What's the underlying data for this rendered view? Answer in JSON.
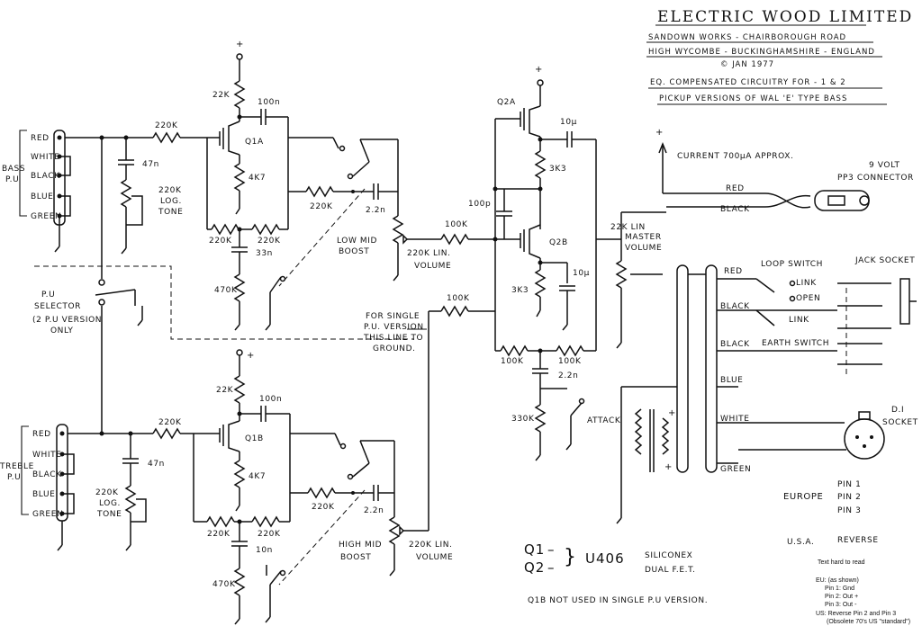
{
  "header": {
    "company": "ELECTRIC WOOD LIMITED",
    "address1": "SANDOWN WORKS - CHAIRBOROUGH ROAD",
    "address2": "HIGH WYCOMBE - BUCKINGHAMSHIRE - ENGLAND",
    "date": "© JAN 1977",
    "desc1": "EQ. COMPENSATED CIRCUITRY FOR - 1 & 2",
    "desc2": "PICKUP VERSIONS OF WAL 'E' TYPE BASS"
  },
  "pickups": {
    "bass_label1": "BASS",
    "bass_label2": "P.U",
    "treble_label1": "TREBLE",
    "treble_label2": "P.U",
    "wires": [
      "RED",
      "WHITE",
      "BLACK",
      "BLUE",
      "GREEN"
    ]
  },
  "components": {
    "r220k": "220K",
    "r22k": "22K",
    "r4k7": "4K7",
    "r470k": "470K",
    "r100k": "100K",
    "r3k3": "3K3",
    "r330k": "330K",
    "c100n": "100n",
    "c47n": "47n",
    "c33n": "33n",
    "c10n": "10n",
    "c2n2": "2.2n",
    "c100p": "100p",
    "c10u": "10µ",
    "q1a": "Q1A",
    "q1b": "Q1B",
    "q2a": "Q2A",
    "q2b": "Q2B",
    "plus": "+"
  },
  "controls": {
    "log_tone1": "220K",
    "log_tone2": "LOG.",
    "log_tone3": "TONE",
    "low_mid1": "LOW MID",
    "low_mid2": "BOOST",
    "high_mid1": "HIGH MID",
    "high_mid2": "BOOST",
    "vol1": "220K LIN.",
    "vol2": "VOLUME",
    "master1": "22K LIN",
    "master2": "MASTER",
    "master3": "VOLUME",
    "attack": "ATTACK",
    "selector1": "P.U",
    "selector2": "SELECTOR",
    "selector3": "(2 P.U VERSION",
    "selector4": "ONLY",
    "single1": "FOR SINGLE",
    "single2": "P.U. VERSION",
    "single3": "THIS LINE TO",
    "single4": "GROUND."
  },
  "power": {
    "current": "CURRENT 700µA APPROX.",
    "battery1": "9 VOLT",
    "battery2": "PP3 CONNECTOR",
    "red": "RED",
    "black": "BLACK"
  },
  "outputs": {
    "loop_switch": "LOOP SWITCH",
    "jack_socket": "JACK SOCKET",
    "link": "LINK",
    "open": "OPEN",
    "earth_switch": "EARTH SWITCH",
    "di1": "D.I",
    "di2": "SOCKET",
    "wires": [
      "RED",
      "BLACK",
      "BLACK",
      "BLUE",
      "WHITE",
      "GREEN"
    ]
  },
  "pins": {
    "europe": "EUROPE",
    "pin1": "PIN 1",
    "pin2": "PIN 2",
    "pin3": "PIN 3",
    "usa": "U.S.A.",
    "reverse": "REVERSE"
  },
  "fet": {
    "q1": "Q1",
    "q2": "Q2",
    "part": "U406",
    "maker": "SILICONEX",
    "type": "DUAL F.E.T.",
    "note": "Q1B NOT USED IN SINGLE P.U VERSION."
  },
  "notes": {
    "hard": "Text hard to read",
    "eu": "EU: (as shown)",
    "p1": "Pin 1: Gnd",
    "p2": "Pin 2: Out +",
    "p3": "Pin 3: Out -",
    "us": "US: Reverse Pin 2 and Pin 3",
    "obs": "(Obsolete 70's US \"standard\")"
  }
}
